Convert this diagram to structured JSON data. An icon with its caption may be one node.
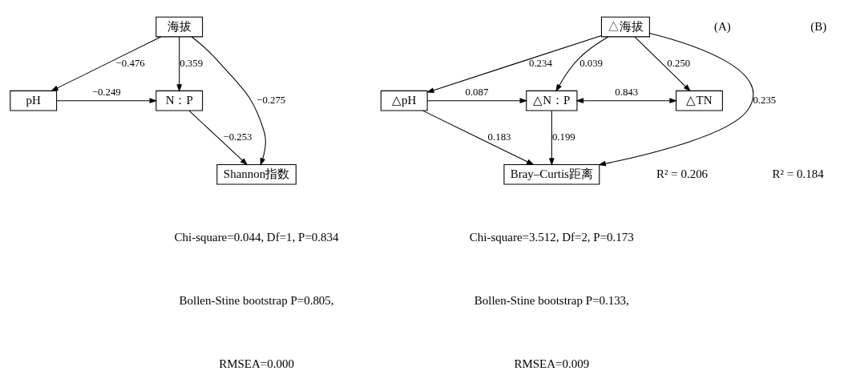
{
  "diagram": {
    "nodes": [
      {
        "text": [
          "海拔"
        ]
      },
      {
        "text": [
          "pH"
        ]
      },
      {
        "text": [
          "N：P"
        ]
      },
      {
        "text": [
          "Shannon指数"
        ]
      },
      {
        "text": [
          "△海拔"
        ]
      },
      {
        "text": [
          "△pH"
        ]
      },
      {
        "text": [
          "△N：P"
        ]
      },
      {
        "text": [
          "△TN"
        ]
      },
      {
        "text": [
          "Bray–Curtis距离"
        ]
      }
    ],
    "edges": [
      {
        "from": 0,
        "to": 1,
        "arrow": "to",
        "label": "−0.476"
      },
      {
        "from": 1,
        "to": 2,
        "arrow": "to",
        "label": "−0.249"
      },
      {
        "from": 0,
        "to": 2,
        "arrow": "to",
        "label": "0.359"
      },
      {
        "from": 0,
        "to": 3,
        "arrow": "to",
        "label": "−0.275"
      },
      {
        "from": 2,
        "to": 3,
        "arrow": "to",
        "label": "−0.253"
      },
      {
        "from": 4,
        "to": 5,
        "arrow": "to",
        "label": "0.234"
      },
      {
        "from": 5,
        "to": 6,
        "arrow": "to",
        "label": "0.087"
      },
      {
        "from": 4,
        "to": 6,
        "arrow": "to",
        "label": "0.039"
      },
      {
        "from": 4,
        "to": 7,
        "arrow": "to",
        "label": "0.250"
      },
      {
        "from": 6,
        "to": 7,
        "arrow": "both",
        "label": "0.843"
      },
      {
        "from": 4,
        "to": 8,
        "arrow": "to",
        "label": "0.235"
      },
      {
        "from": 5,
        "to": 8,
        "arrow": "to",
        "label": "0.183"
      },
      {
        "from": 6,
        "to": 8,
        "arrow": "to",
        "label": "0.199"
      }
    ],
    "labels": [
      "(A)",
      "(B)",
      "R² = 0.206",
      "R² = 0.184",
      "Chi-square=0.044, Df=1, P=0.834",
      "Bollen-Stine bootstrap P=0.805,",
      "RMSEA=0.000",
      "Chi-square=3.512, Df=2, P=0.173",
      "Bollen-Stine bootstrap P=0.133,",
      "RMSEA=0.009"
    ]
  }
}
